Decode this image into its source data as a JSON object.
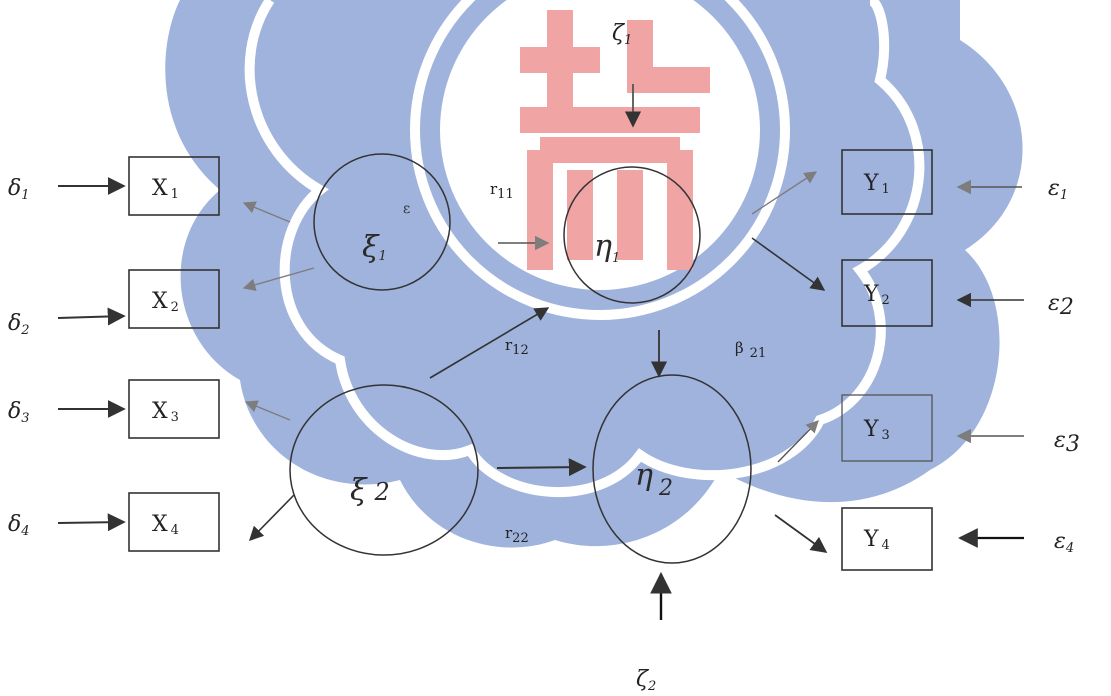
{
  "diagram": {
    "exogenous": [
      {
        "id": "xi1",
        "symbol": "ξ",
        "sub": "1",
        "extra": "ε"
      },
      {
        "id": "xi2",
        "symbol": "ξ",
        "sub": "2"
      }
    ],
    "endogenous": [
      {
        "id": "eta1",
        "symbol": "η",
        "sub": "1"
      },
      {
        "id": "eta2",
        "symbol": "η",
        "sub": "2"
      }
    ],
    "x_indicators": [
      {
        "id": "x1",
        "label": "X",
        "sub": "1"
      },
      {
        "id": "x2",
        "label": "X",
        "sub": "2"
      },
      {
        "id": "x3",
        "label": "X",
        "sub": "3"
      },
      {
        "id": "x4",
        "label": "X",
        "sub": "4"
      }
    ],
    "y_indicators": [
      {
        "id": "y1",
        "label": "Y",
        "sub": "1"
      },
      {
        "id": "y2",
        "label": "Y",
        "sub": "2"
      },
      {
        "id": "y3",
        "label": "Y",
        "sub": "3"
      },
      {
        "id": "y4",
        "label": "Y",
        "sub": "4"
      }
    ],
    "deltas": [
      {
        "symbol": "δ",
        "sub": "1"
      },
      {
        "symbol": "δ",
        "sub": "2"
      },
      {
        "symbol": "δ",
        "sub": "3"
      },
      {
        "symbol": "δ",
        "sub": "4"
      }
    ],
    "epsilons": [
      {
        "symbol": "ε",
        "sub": "1"
      },
      {
        "symbol": "ε",
        "sub": "2"
      },
      {
        "symbol": "ε",
        "sub": "3"
      },
      {
        "symbol": "ε",
        "sub": "4"
      }
    ],
    "disturbances": [
      {
        "symbol": "ζ",
        "sub": "1"
      },
      {
        "symbol": "ζ",
        "sub": "2"
      }
    ],
    "path_labels": {
      "r11": {
        "base": "r",
        "sub": "11"
      },
      "r12": {
        "base": "r",
        "sub": "12"
      },
      "r22": {
        "base": "r",
        "sub": "22"
      },
      "b21": {
        "base": "β",
        "sub": "21"
      }
    }
  },
  "watermark_colors": {
    "blue": "#9fb3dd",
    "red": "#f1a4a4"
  }
}
